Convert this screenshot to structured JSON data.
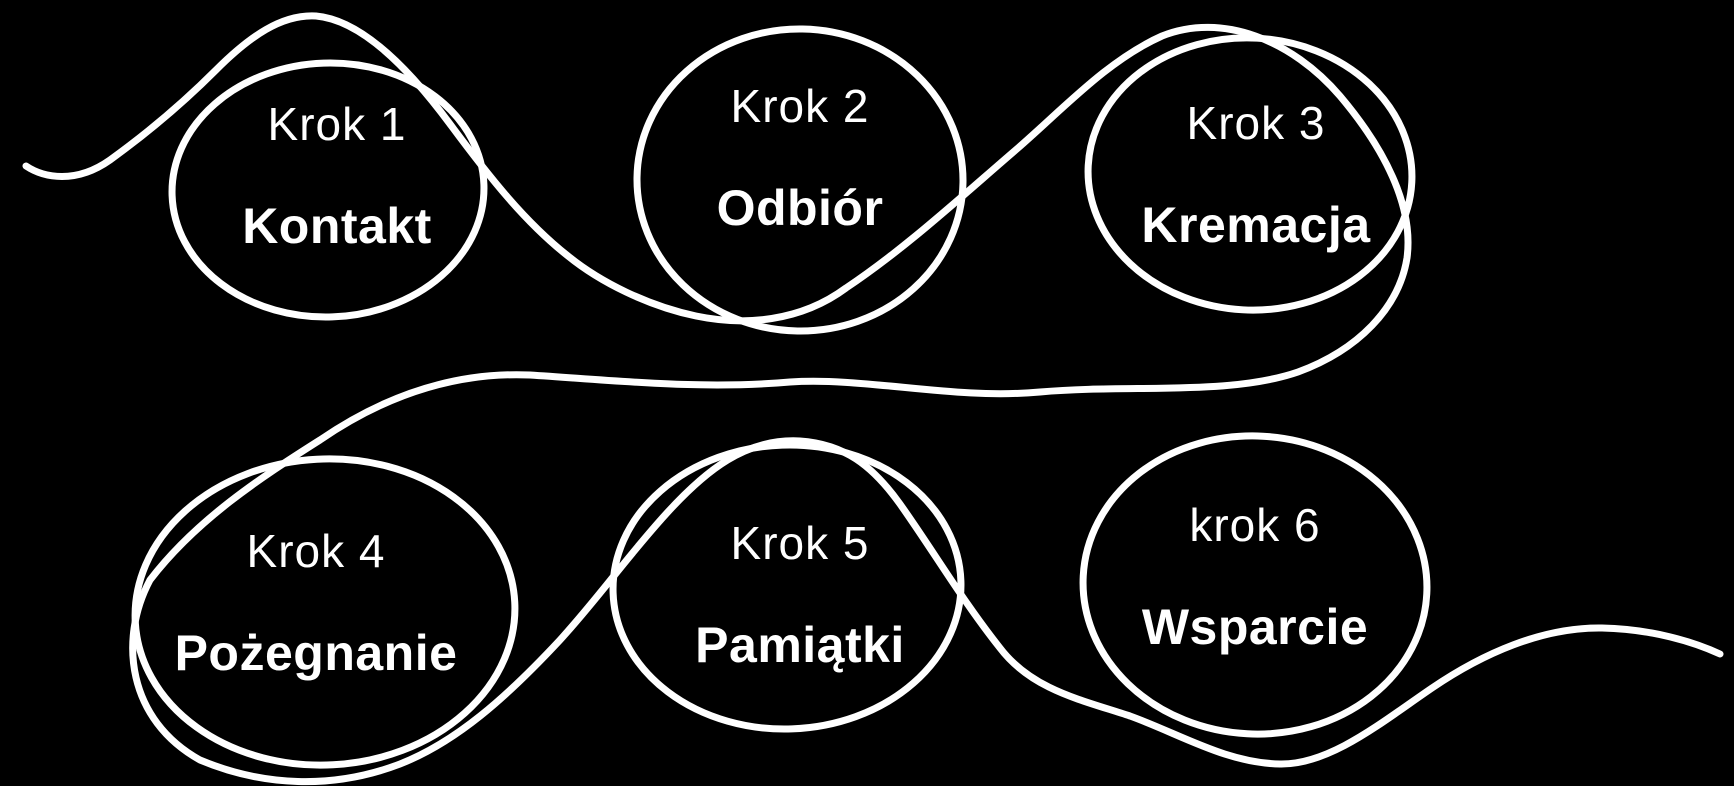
{
  "diagram": {
    "background_color": "#000000",
    "stroke_color": "#ffffff",
    "description_labels": {
      "connector": "hand-drawn-squiggle-line",
      "shape": "hand-drawn-circle"
    }
  },
  "steps": [
    {
      "label": "Krok 1",
      "name": "Kontakt"
    },
    {
      "label": "Krok 2",
      "name": "Odbiór"
    },
    {
      "label": "Krok 3",
      "name": "Kremacja"
    },
    {
      "label": "Krok 4",
      "name": "Pożegnanie"
    },
    {
      "label": "Krok 5",
      "name": "Pamiątki"
    },
    {
      "label": "krok 6",
      "name": "Wsparcie"
    }
  ]
}
